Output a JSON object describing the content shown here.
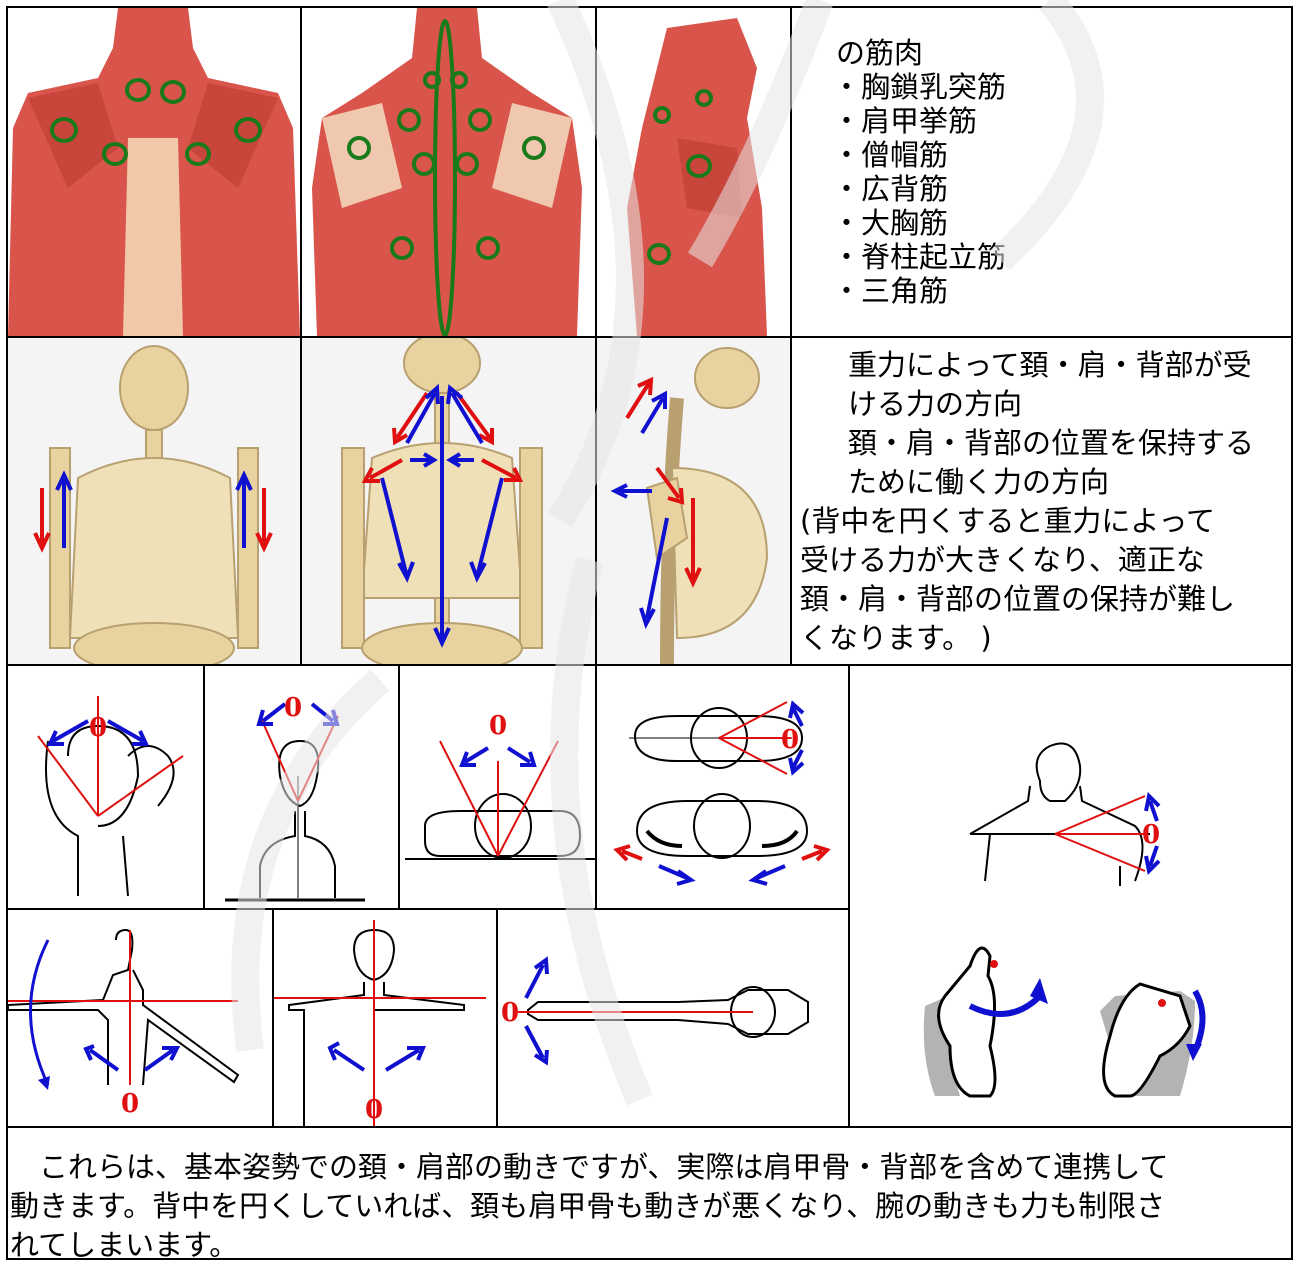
{
  "muscles": {
    "heading": "の筋肉",
    "items": [
      "・胸鎖乳突筋",
      "・肩甲挙筋",
      "・僧帽筋",
      "・広背筋",
      "・大胸筋",
      "・脊柱起立筋",
      "・三角筋"
    ]
  },
  "forces": {
    "line1a": "重力によって頚・肩・背部が受",
    "line1b": "ける力の方向",
    "line2a": "頚・肩・背部の位置を保持する",
    "line2b": "ために働く力の方向",
    "note": [
      "(背中を円くすると重力によって",
      "受ける力が大きくなり、適正な",
      "頚・肩・背部の位置の保持が難し",
      "くなります。 )"
    ]
  },
  "zero_labels": {
    "neck_side": "0",
    "neck_front": "0",
    "neck_top": "0",
    "neck_rot": "0",
    "shoulder_elev": "0",
    "arm_abd_side": "0",
    "arm_abd_front": "0",
    "arm_horiz": "0"
  },
  "bottom_text": [
    "　これらは、基本姿勢での頚・肩部の動きですが、実際は肩甲骨・背部を含めて連携して",
    "動きます。背中を円くしていれば、頚も肩甲骨も動きが悪くなり、腕の動きも力も制限さ",
    "れてしまいます。"
  ],
  "colors": {
    "muscle": "#d9544a",
    "bone": "#e8d3a0",
    "marker": "#1a7a1a",
    "red_arrow": "#e01010",
    "blue_arrow": "#1010d0"
  }
}
